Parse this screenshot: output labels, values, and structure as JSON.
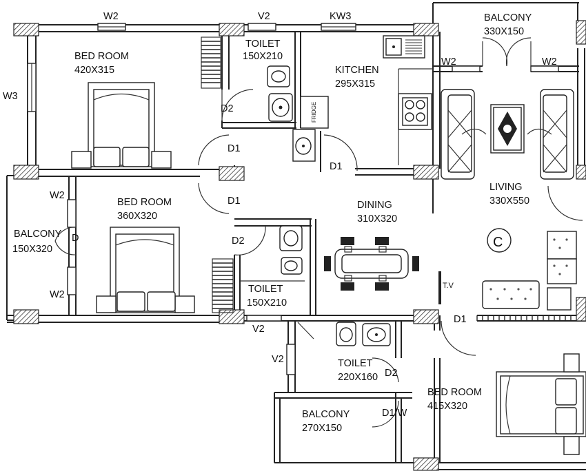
{
  "labels": {
    "w2_top": "W2",
    "v2_top": "V2",
    "kw3": "KW3",
    "w3": "W3",
    "bed1_name": "BED ROOM",
    "bed1_size": "420X315",
    "toilet1_name": "TOILET",
    "toilet1_size": "150X210",
    "kitchen_name": "KITCHEN",
    "kitchen_size": "295X315",
    "fridge": "FRIDGE",
    "balc_top_name": "BALCONY",
    "balc_top_size": "330X150",
    "w2_balc_left": "W2",
    "w2_balc_right": "W2",
    "d2_a": "D2",
    "d1_a": "D1",
    "d1_b": "D1",
    "d1_c": "D1",
    "w2_left_a": "W2",
    "bed2_name": "BED ROOM",
    "bed2_size": "360X320",
    "balc_left_name": "BALCONY",
    "balc_left_size": "150X320",
    "d_left": "D",
    "w2_left_b": "W2",
    "d2_b": "D2",
    "dining_name": "DINING",
    "dining_size": "310X320",
    "living_name": "LIVING",
    "living_size": "330X550",
    "c_mark": "C",
    "tv": "T.V",
    "toilet2_name": "TOILET",
    "toilet2_size": "150X210",
    "v2_mid": "V2",
    "d1_d": "D1",
    "v2_low": "V2",
    "toilet3_name": "TOILET",
    "toilet3_size": "220X160",
    "d2_c": "D2",
    "bed3_name": "BED ROOM",
    "bed3_size": "415X320",
    "d1w": "D1/W",
    "balc_bottom_name": "BALCONY",
    "balc_bottom_size": "270X150"
  }
}
